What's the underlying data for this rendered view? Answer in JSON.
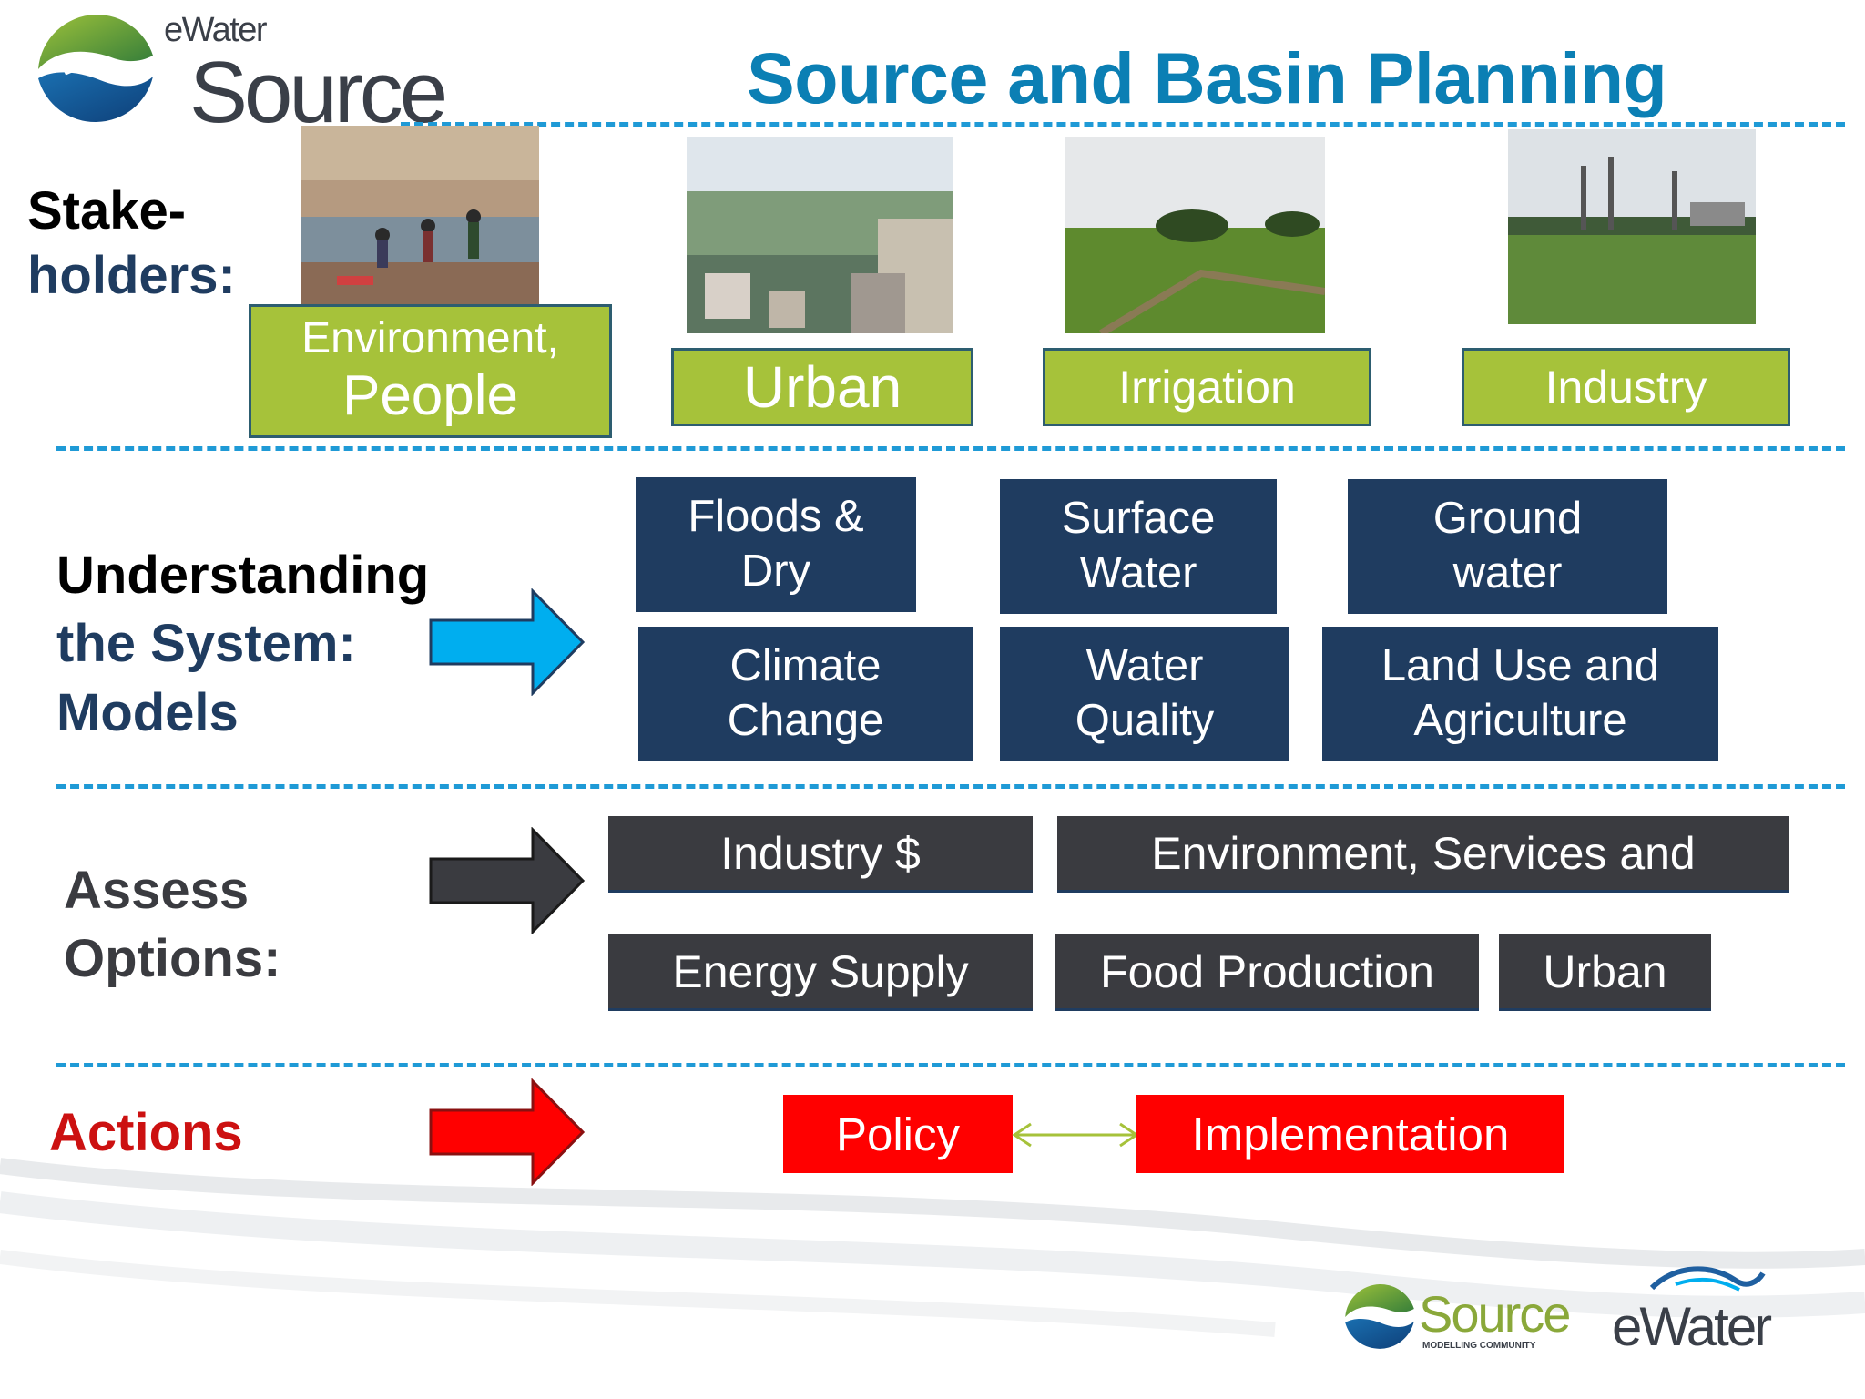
{
  "title": "Source  and Basin Planning",
  "logo_top": {
    "brand": "eWater",
    "product": "Source"
  },
  "rows": {
    "stakeholders": {
      "line1": "Stake-",
      "line2": "holders:"
    },
    "understanding": {
      "line1": "Understanding",
      "line2": "the System:",
      "line3": "Models"
    },
    "assess": {
      "line1": "Assess",
      "line2": "Options:"
    },
    "actions": {
      "label": "Actions"
    }
  },
  "stakeholders": [
    {
      "line1": "Environment,",
      "line2": "People"
    },
    {
      "label": "Urban"
    },
    {
      "label": "Irrigation"
    },
    {
      "label": "Industry"
    }
  ],
  "models": [
    {
      "line1": "Floods &",
      "line2": "Dry"
    },
    {
      "line1": "Surface",
      "line2": "Water"
    },
    {
      "line1": "Ground",
      "line2": "water"
    },
    {
      "line1": "Climate",
      "line2": "Change"
    },
    {
      "line1": "Water",
      "line2": "Quality"
    },
    {
      "line1": "Land Use and",
      "line2": "Agriculture"
    }
  ],
  "options": [
    "Industry $",
    "Environment, Services and",
    "Energy Supply",
    "Food Production",
    "Urban"
  ],
  "actions": {
    "policy": "Policy",
    "implementation": "Implementation"
  },
  "logo_bottom": {
    "source": "Source",
    "community": "MODELLING COMMUNITY",
    "ewater": "eWater"
  },
  "colors": {
    "title": "#0b7fb4",
    "stakeholder_green": "#a6c23a",
    "model_blue": "#1f3c60",
    "option_gray": "#3a3b40",
    "action_red": "#ff0000",
    "dash_blue": "#1f9ad6",
    "arrow_blue": "#00aeef"
  }
}
